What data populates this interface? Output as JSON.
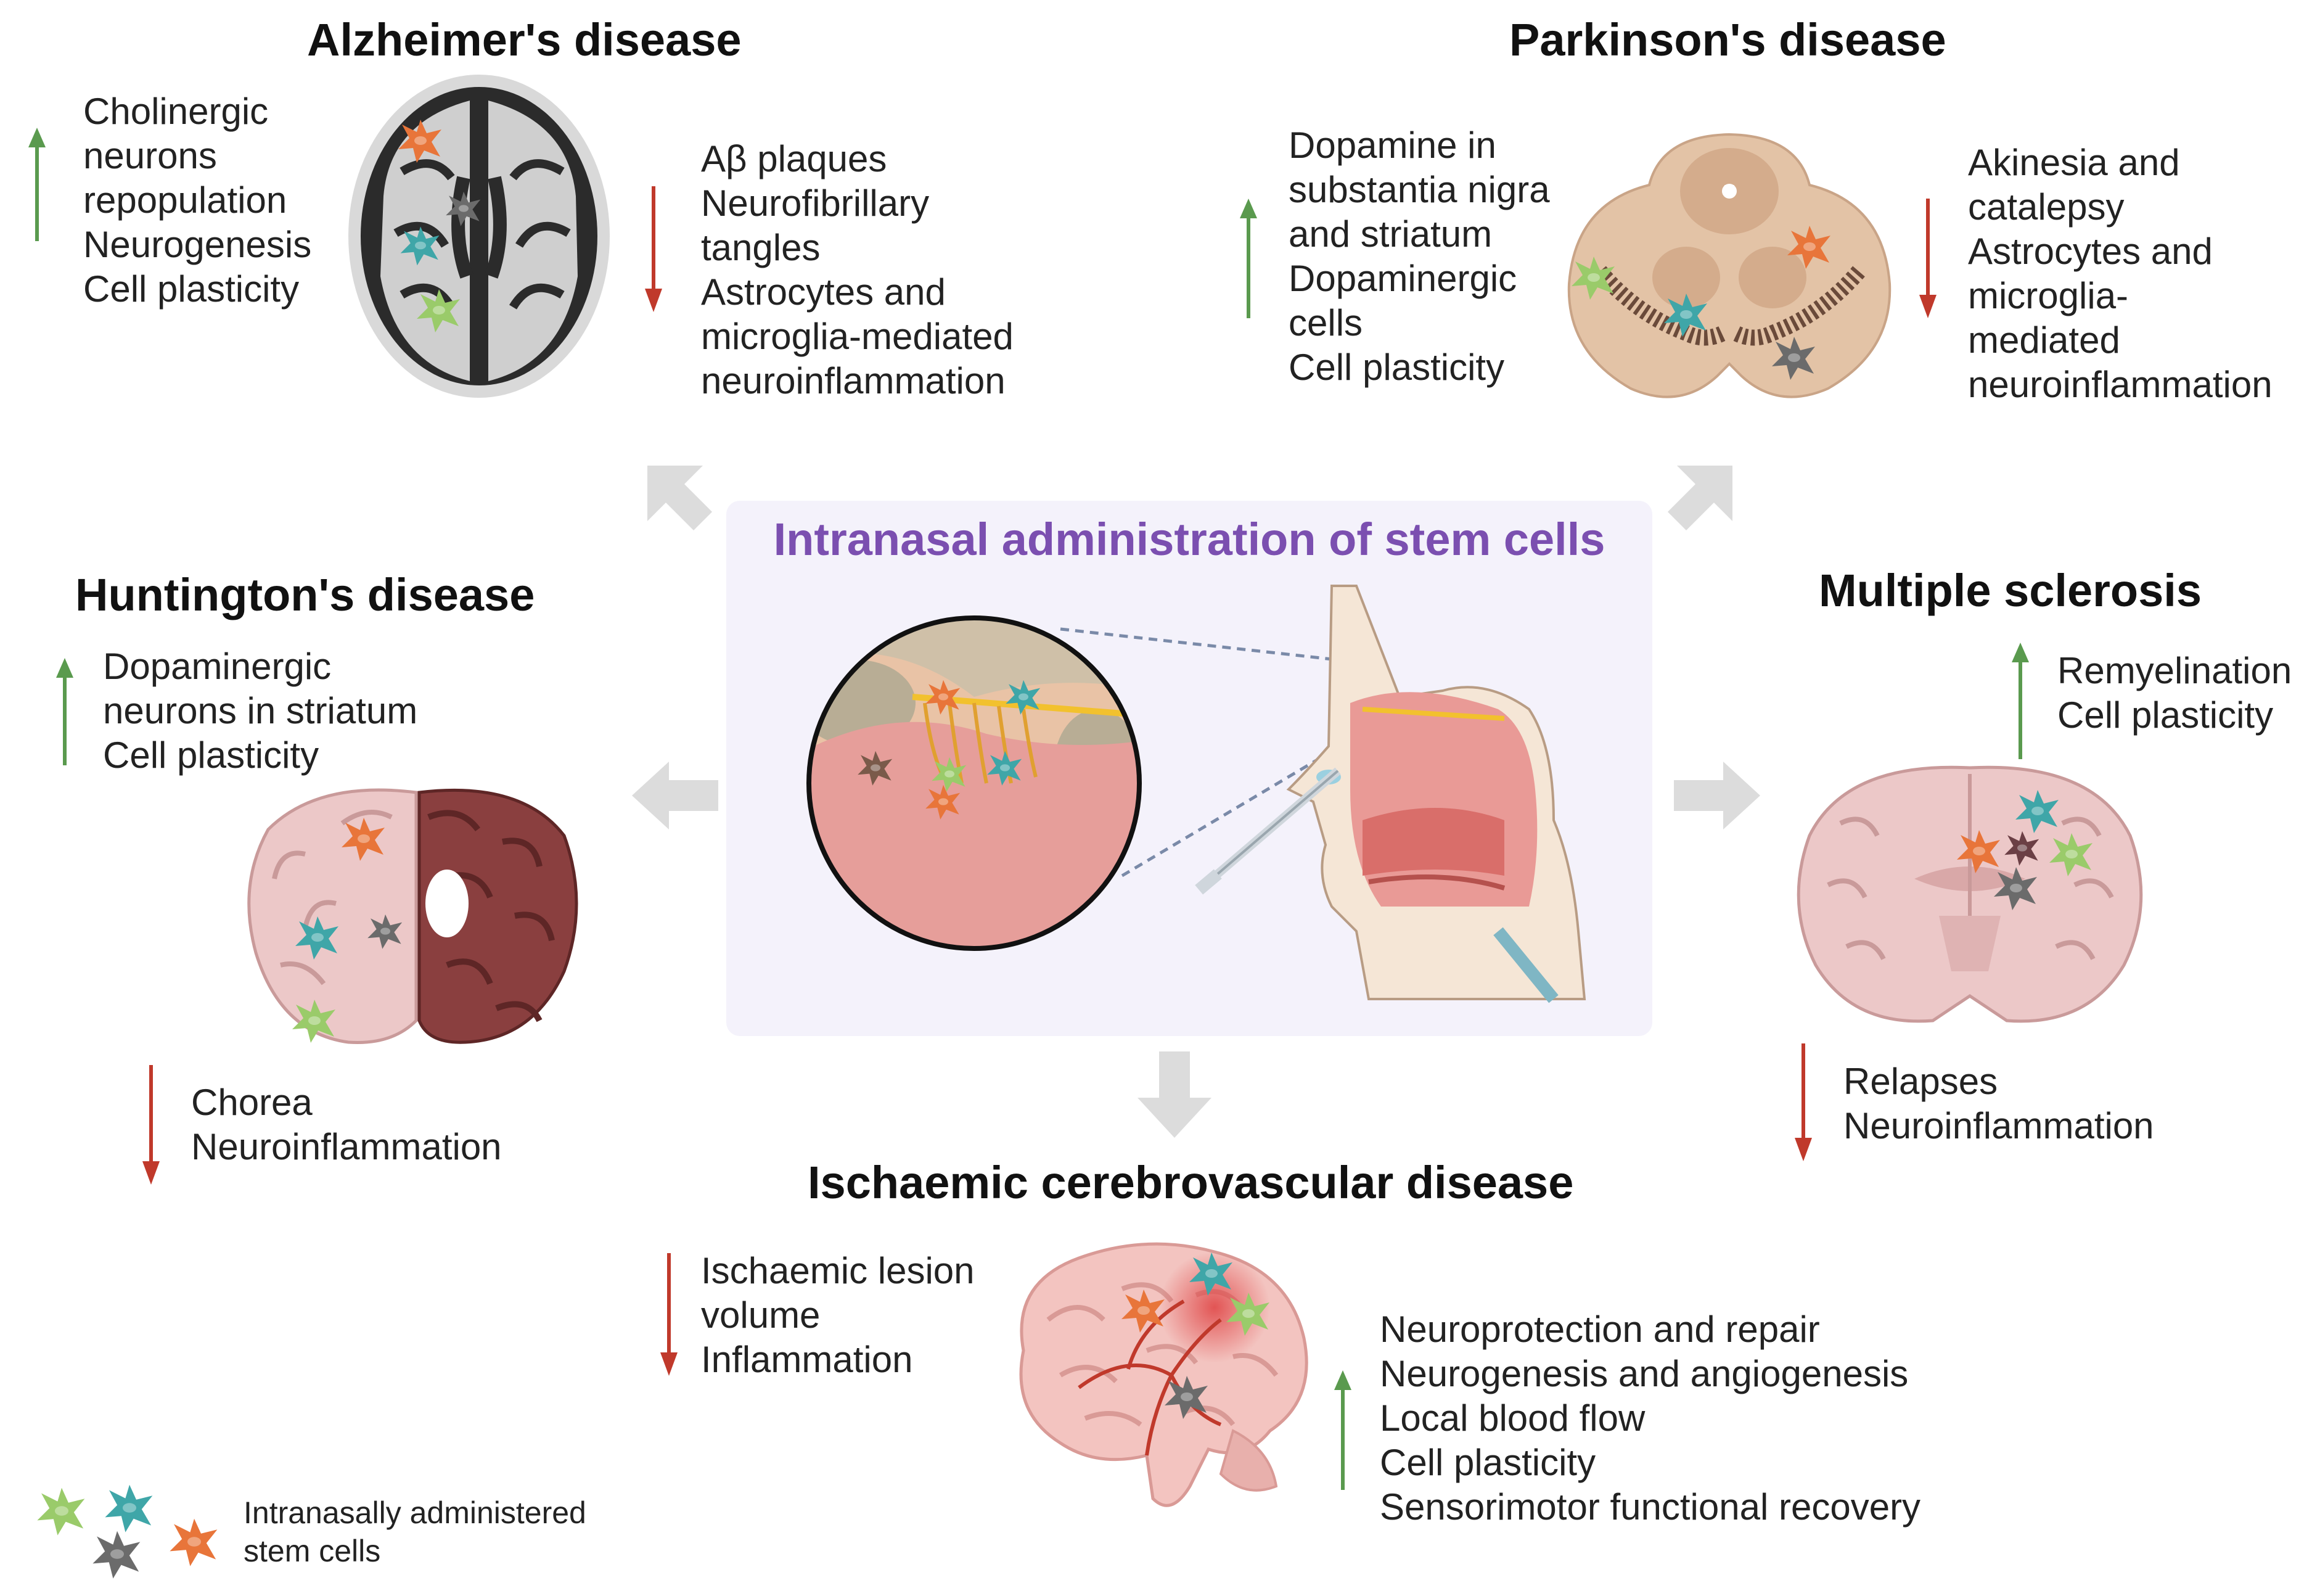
{
  "center": {
    "title": "Intranasal administration of stem cells"
  },
  "panels": {
    "alzheimer": {
      "title": "Alzheimer's disease",
      "increase": [
        "Cholinergic",
        "neurons",
        "repopulation",
        "Neurogenesis",
        "Cell plasticity"
      ],
      "decrease": [
        "Aβ plaques",
        "Neurofibrillary",
        "tangles",
        "Astrocytes and",
        "microglia-mediated",
        "neuroinflammation"
      ]
    },
    "parkinson": {
      "title": "Parkinson's disease",
      "increase": [
        "Dopamine in",
        "substantia nigra",
        "and striatum",
        "Dopaminergic",
        "cells",
        "Cell plasticity"
      ],
      "decrease": [
        "Akinesia and",
        "catalepsy",
        "Astrocytes and",
        "microglia-",
        "mediated",
        "neuroinflammation"
      ]
    },
    "huntington": {
      "title": "Huntington's disease",
      "increase": [
        "Dopaminergic",
        "neurons in striatum",
        "Cell plasticity"
      ],
      "decrease": [
        "Chorea",
        "Neuroinflammation"
      ]
    },
    "multiple_sclerosis": {
      "title": "Multiple sclerosis",
      "increase": [
        "Remyelination",
        "Cell plasticity"
      ],
      "decrease": [
        "Relapses",
        "Neuroinflammation"
      ]
    },
    "ischaemic": {
      "title": "Ischaemic cerebrovascular disease",
      "decrease": [
        "Ischaemic lesion",
        "volume",
        "Inflammation"
      ],
      "increase": [
        "Neuroprotection and repair",
        "Neurogenesis and angiogenesis",
        "Local blood flow",
        "Cell plasticity",
        "Sensorimotor functional recovery"
      ]
    }
  },
  "legend": {
    "lines": [
      "Intranasally administered",
      "stem cells"
    ]
  },
  "colors": {
    "increase_arrow": "#5a9a4e",
    "decrease_arrow": "#c0392b",
    "center_title": "#7b4fb0",
    "flow_arrow": "#dcdcdc"
  }
}
